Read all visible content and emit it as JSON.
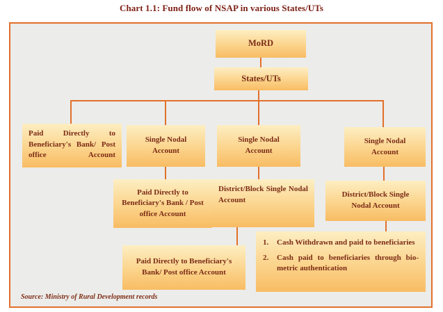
{
  "title": "Chart 1.1: Fund flow of NSAP in various States/UTs",
  "colors": {
    "accent_orange": "#e2702a",
    "panel_background": "#ececea",
    "node_gradient_top": "#fdeec2",
    "node_gradient_bottom": "#f8bc63",
    "node_text": "#7b2b15",
    "title_text": "#7c1f14"
  },
  "nodes": {
    "mord": "MoRD",
    "states": "States/UTs",
    "paid_direct_1": "Paid Directly to Beneficiary's Bank/ Post office Account",
    "sna_1": "Single Nodal Account",
    "sna_2": "Single Nodal Account",
    "sna_3": "Single Nodal Account",
    "paid_direct_2": "Paid Directly to Beneficiary's Bank / Post office Account",
    "district_sna_1": "District/Block  Single Nodal Account",
    "district_sna_2": "District/Block Single Nodal Account",
    "paid_direct_3": "Paid Directly to Beneficiary's Bank/ Post office Account",
    "cash_item_1_num": "1.",
    "cash_item_1": "Cash Withdrawn and paid to beneficiaries",
    "cash_item_2_num": "2.",
    "cash_item_2": "Cash paid to beneficiaries through bio-metric authentication"
  },
  "source": "Source: Ministry of Rural Development records"
}
